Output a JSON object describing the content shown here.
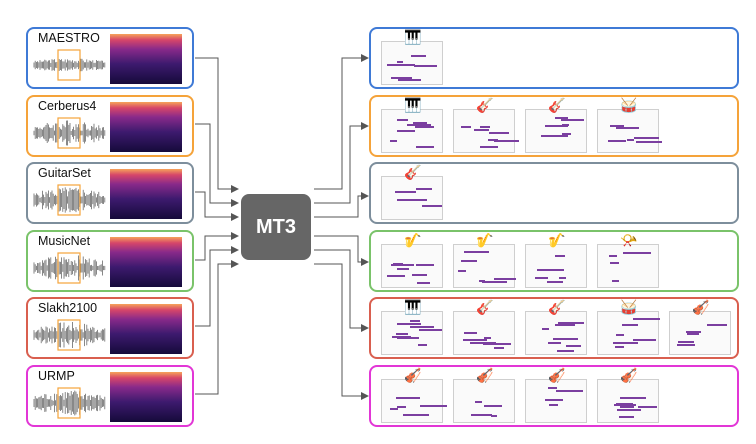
{
  "model": {
    "label": "MT3",
    "color": "#666666"
  },
  "datasets": [
    {
      "name": "MAESTRO",
      "color": "#3f7ad6"
    },
    {
      "name": "Cerberus4",
      "color": "#f5a33a"
    },
    {
      "name": "GuitarSet",
      "color": "#7d8e9c"
    },
    {
      "name": "MusicNet",
      "color": "#7ac36a"
    },
    {
      "name": "Slakh2100",
      "color": "#d95f4f"
    },
    {
      "name": "URMP",
      "color": "#e236d6"
    }
  ],
  "outputs": [
    {
      "color": "#3f7ad6",
      "instruments": [
        "piano-icon"
      ]
    },
    {
      "color": "#f5a33a",
      "instruments": [
        "piano-icon",
        "electric-guitar-icon",
        "guitar-icon",
        "drums-icon"
      ]
    },
    {
      "color": "#7d8e9c",
      "instruments": [
        "guitar-icon"
      ]
    },
    {
      "color": "#7ac36a",
      "instruments": [
        "clarinet-icon",
        "bassoon-icon",
        "oboe-icon",
        "horn-icon"
      ]
    },
    {
      "color": "#d95f4f",
      "instruments": [
        "synth-keyboard-icon",
        "electric-guitar-icon",
        "guitar-icon",
        "drums-icon",
        "strings-ensemble-icon"
      ]
    },
    {
      "color": "#e236d6",
      "instruments": [
        "violin-icon",
        "cello-icon",
        "viola-icon",
        "double-bass-icon"
      ]
    }
  ],
  "icons": {
    "piano-icon": "🎹",
    "electric-guitar-icon": "🎸",
    "guitar-icon": "🎸",
    "drums-icon": "🥁",
    "clarinet-icon": "🎷",
    "bassoon-icon": "🎷",
    "oboe-icon": "🎷",
    "horn-icon": "📯",
    "synth-keyboard-icon": "🎹",
    "strings-ensemble-icon": "🎻",
    "violin-icon": "🎻",
    "cello-icon": "🎻",
    "viola-icon": "🎻",
    "double-bass-icon": "🎻"
  },
  "highlight_color": "#f5a33a",
  "note_color": "#7b3fa0"
}
